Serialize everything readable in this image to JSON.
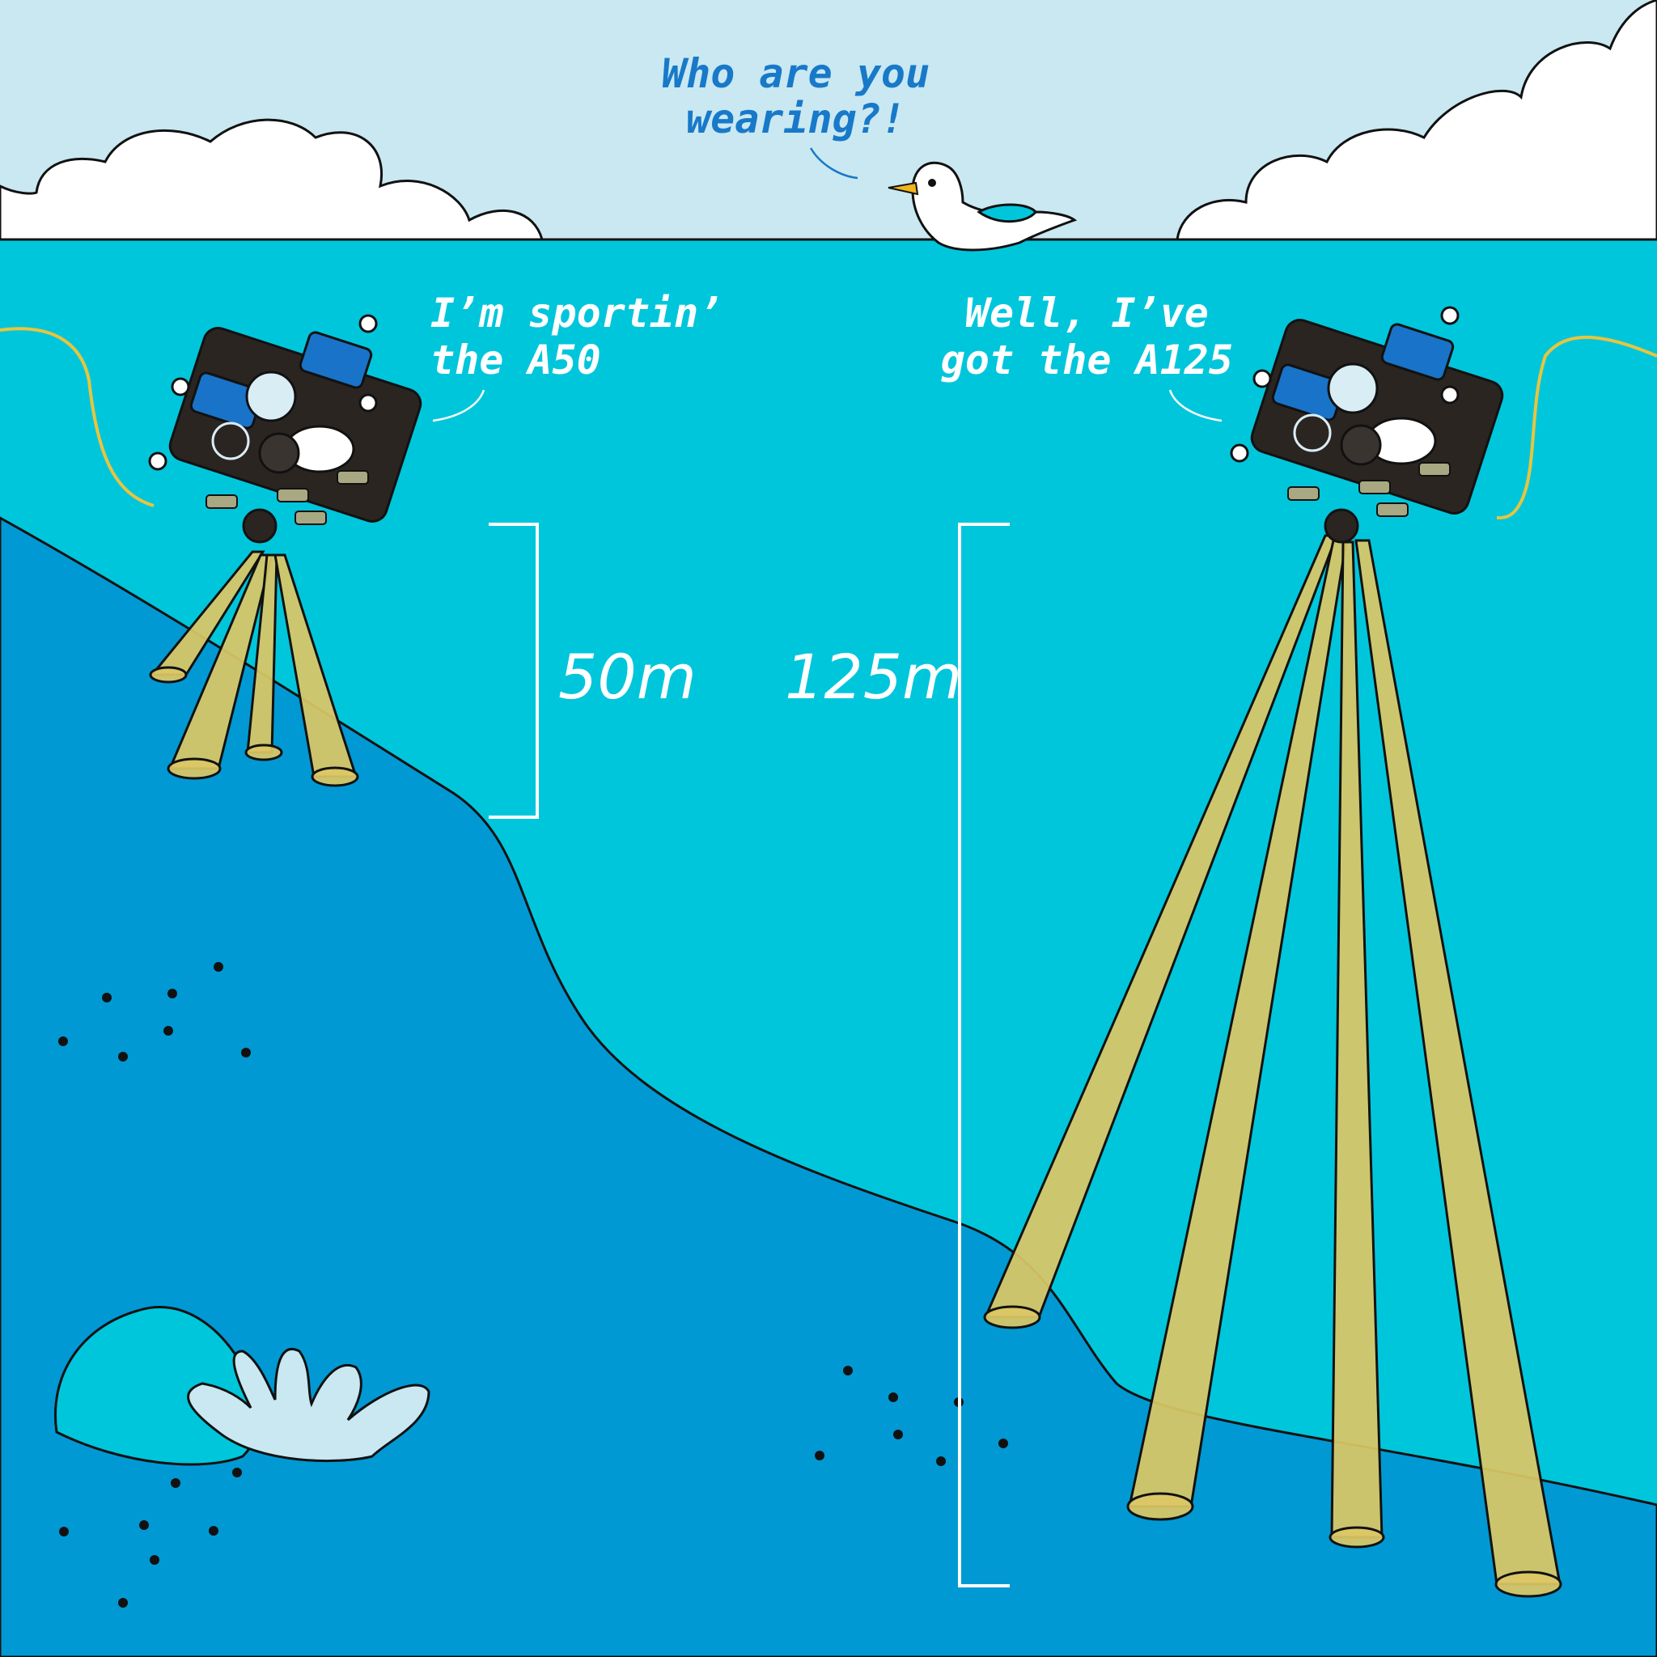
{
  "speech": {
    "seagull": [
      "Who are you",
      "wearing?!"
    ],
    "left_drone": [
      "I’m sportin’",
      "the A50"
    ],
    "right_drone": [
      "Well, I’ve",
      "got the A125"
    ]
  },
  "depth_labels": {
    "left": "50m",
    "right": "125m"
  },
  "colors": {
    "sky": "#c9e8f1",
    "water": "#00c6dc",
    "seabed": "#0199d4",
    "beam": "#dcc765",
    "tether": "#e7c53f",
    "drone_frame": "#2b2522",
    "drone_accent": "#1973c8",
    "speech_text_sky": "#1879c9",
    "speech_text_water": "#ffffff",
    "outline": "#111111"
  }
}
